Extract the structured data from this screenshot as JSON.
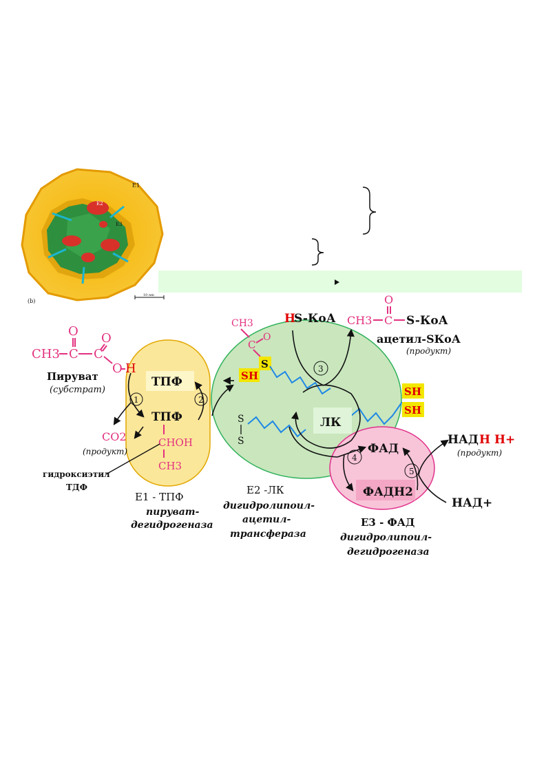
{
  "micrograph": {
    "caption": "(b)",
    "scale_label": "10 nm",
    "labels": [
      "E1",
      "E2",
      "E3"
    ]
  },
  "substrate": {
    "name": "Пируват",
    "role": "(субстрат)",
    "carbon": "C",
    "ch3": "CH3",
    "oxygen": "O",
    "h": "H"
  },
  "e1": {
    "cofactor": "ТПФ",
    "co2": "CO2",
    "co2_role": "(продукт)",
    "chon": "CHOH",
    "ch3": "CH3",
    "intermediate": "гидроксиэтил ТДФ",
    "title": "E1 -    ТПФ",
    "name_line1": "пируват-",
    "name_line2": "дегидрогеназа"
  },
  "e2": {
    "ch3": "CH3",
    "carbon": "C",
    "oxygen": "O",
    "s": "S",
    "sh": "SH",
    "lk": "ЛК",
    "title": "E2 -ЛК",
    "name_line1": "дигидролипоил-",
    "name_line2": "ацетил-",
    "name_line3": "трансфераза"
  },
  "coa": {
    "hs_h": "H",
    "hs_rest": "S-КоА",
    "acetyl_ch3": "CH3",
    "acetyl_c": "C",
    "acetyl_o": "O",
    "acetyl_scoa": "S-КоА",
    "product": "ацетил-SКоА",
    "product_role": "(продукт)"
  },
  "e3": {
    "fad": "ФАД",
    "fadh2": "ФАДН2",
    "nad_plus": "НАД+",
    "nadh_a": "НАД",
    "nadh_b": "Н Н+",
    "nadh_role": "(продукт)",
    "title": "E3 - ФАД",
    "name_line1": "дигидролипоил-",
    "name_line2": "дегидрогеназа"
  },
  "steps": [
    "1",
    "2",
    "3",
    "4",
    "5"
  ],
  "colors": {
    "e1": "#fbe79a",
    "e2": "#c9e6bd",
    "e3": "#f8c4d8",
    "pink": "#e2307f",
    "lipoyl": "#1e88e5",
    "sh_box": "#f3e600",
    "green_bar": "#e2fde0"
  }
}
